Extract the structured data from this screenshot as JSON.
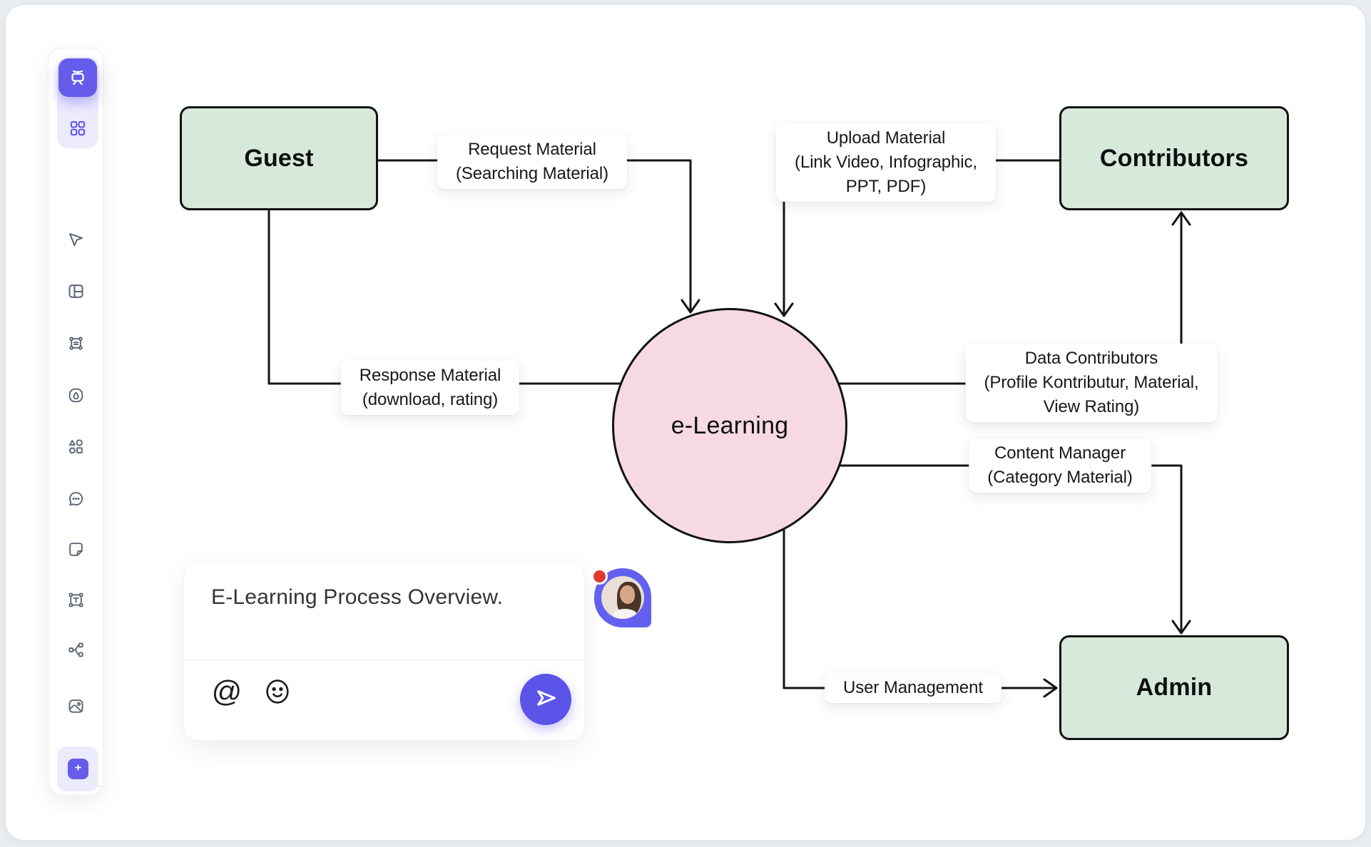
{
  "window": {
    "background": "#e9edf0",
    "canvas_background": "#ffffff"
  },
  "sidebar": {
    "tools": [
      {
        "name": "board-tool",
        "selected": true
      },
      {
        "name": "templates-tool",
        "selected": false
      },
      {
        "name": "cursor-tool"
      },
      {
        "name": "layout-tool"
      },
      {
        "name": "frame-tool"
      },
      {
        "name": "shape-blob-tool"
      },
      {
        "name": "shapes-tool"
      },
      {
        "name": "comment-tool"
      },
      {
        "name": "sticky-note-tool"
      },
      {
        "name": "text-tool"
      },
      {
        "name": "connector-tool"
      },
      {
        "name": "image-tool"
      },
      {
        "name": "document-tool"
      }
    ],
    "add_button": "plus",
    "accent": "#655ceb"
  },
  "diagram": {
    "nodes": {
      "guest": {
        "label": "Guest",
        "fill": "#d7e9da",
        "shape": "rect"
      },
      "contributors": {
        "label": "Contributors",
        "fill": "#d7e9da",
        "shape": "rect"
      },
      "admin": {
        "label": "Admin",
        "fill": "#d7e9da",
        "shape": "rect"
      },
      "elearning": {
        "label": "e-Learning",
        "fill": "#f7d9e2",
        "shape": "circle"
      }
    },
    "edges": {
      "request": {
        "label": "Request Material\n(Searching Material)",
        "from": "guest",
        "to": "elearning"
      },
      "upload": {
        "label": "Upload Material\n(Link Video, Infographic,\nPPT, PDF)",
        "from": "contributors",
        "to": "elearning"
      },
      "response": {
        "label": "Response Material\n(download, rating)",
        "from": "elearning",
        "to": "guest"
      },
      "data_contributors": {
        "label": "Data Contributors\n(Profile Kontributur, Material,\nView Rating)",
        "from": "elearning",
        "to": "contributors"
      },
      "content_manager": {
        "label": "Content Manager\n(Category Material)",
        "from": "elearning",
        "to": "admin"
      },
      "user_management": {
        "label": "User Management",
        "from": "elearning",
        "to": "admin"
      }
    },
    "line_color": "#141414"
  },
  "comment": {
    "text": "E-Learning Process Overview.",
    "mention_icon": "@",
    "emoji_icon": "smiley",
    "send_icon": "paper-plane",
    "accent": "#5b54e8",
    "notification_color": "#e0382d"
  }
}
